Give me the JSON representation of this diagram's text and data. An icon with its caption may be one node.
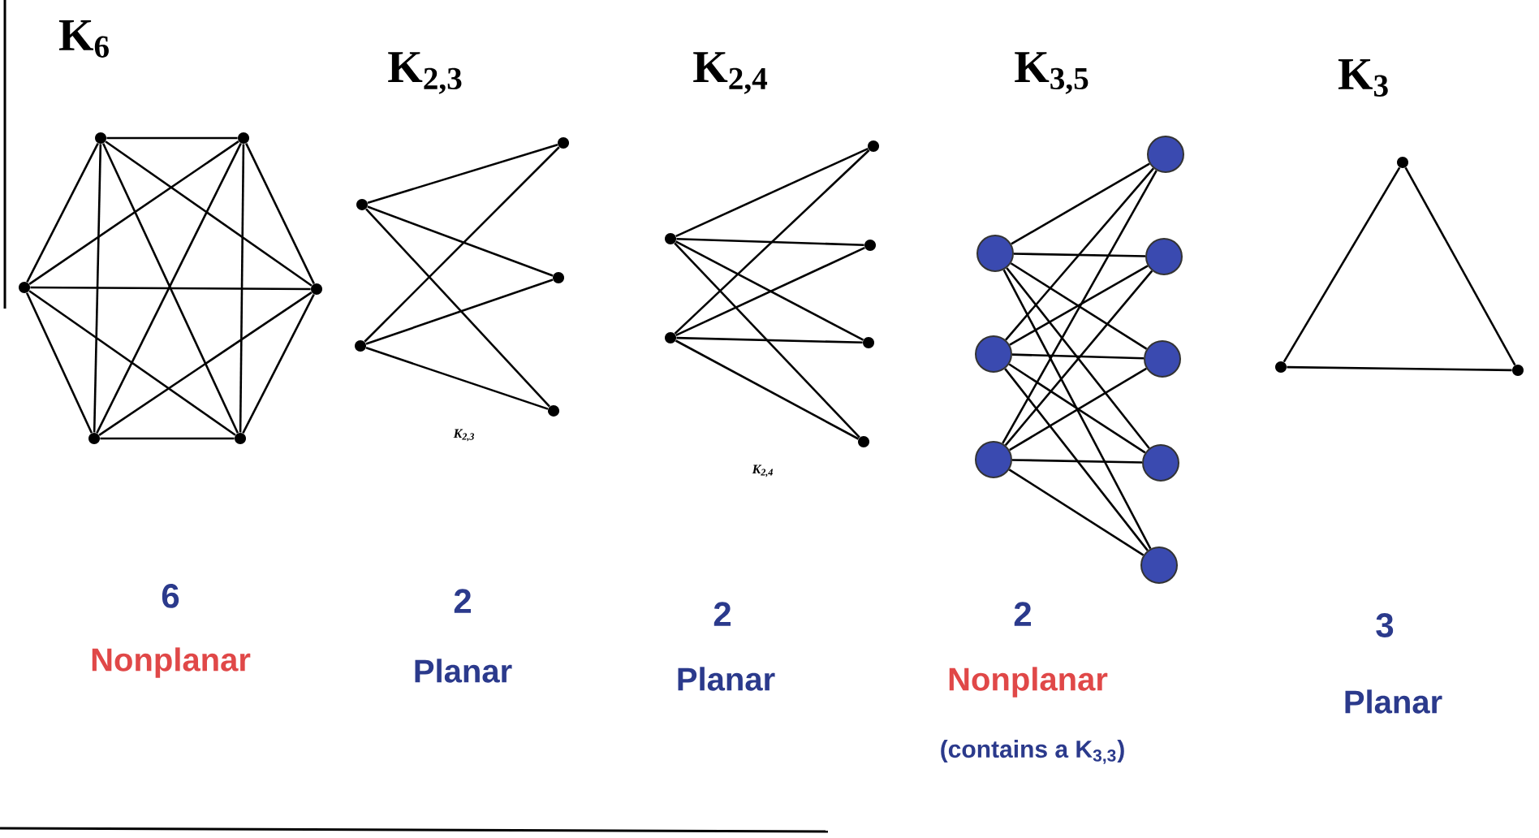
{
  "diagram": {
    "nodes": [
      {
        "text": [],
        "shape": "circle"
      },
      {
        "text": [],
        "shape": "circle"
      },
      {
        "text": [],
        "shape": "circle"
      },
      {
        "text": [],
        "shape": "circle"
      },
      {
        "text": [],
        "shape": "circle"
      },
      {
        "text": [],
        "shape": "circle"
      },
      {
        "text": [],
        "shape": "circle"
      },
      {
        "text": [],
        "shape": "circle"
      },
      {
        "text": [],
        "shape": "circle"
      },
      {
        "text": [],
        "shape": "circle"
      },
      {
        "text": [],
        "shape": "circle"
      },
      {
        "text": [],
        "shape": "circle"
      },
      {
        "text": [],
        "shape": "circle"
      },
      {
        "text": [],
        "shape": "circle"
      },
      {
        "text": [],
        "shape": "circle"
      },
      {
        "text": [],
        "shape": "circle"
      },
      {
        "text": [],
        "shape": "circle"
      },
      {
        "text": [],
        "shape": "circle"
      },
      {
        "text": [],
        "shape": "circle"
      },
      {
        "text": [],
        "shape": "circle"
      },
      {
        "text": [],
        "shape": "circle"
      },
      {
        "text": [],
        "shape": "circle"
      },
      {
        "text": [],
        "shape": "circle"
      },
      {
        "text": [],
        "shape": "circle"
      },
      {
        "text": [],
        "shape": "circle"
      },
      {
        "text": [],
        "shape": "circle"
      },
      {
        "text": [],
        "shape": "circle"
      },
      {
        "text": [],
        "shape": "circle"
      }
    ],
    "edges": [
      {
        "from": 0,
        "to": 1,
        "arrow": "none"
      },
      {
        "from": 0,
        "to": 2,
        "arrow": "none"
      },
      {
        "from": 0,
        "to": 3,
        "arrow": "none"
      },
      {
        "from": 0,
        "to": 4,
        "arrow": "none"
      },
      {
        "from": 0,
        "to": 5,
        "arrow": "none"
      },
      {
        "from": 1,
        "to": 2,
        "arrow": "none"
      },
      {
        "from": 1,
        "to": 3,
        "arrow": "none"
      },
      {
        "from": 1,
        "to": 4,
        "arrow": "none"
      },
      {
        "from": 1,
        "to": 5,
        "arrow": "none"
      },
      {
        "from": 2,
        "to": 3,
        "arrow": "none"
      },
      {
        "from": 2,
        "to": 4,
        "arrow": "none"
      },
      {
        "from": 2,
        "to": 5,
        "arrow": "none"
      },
      {
        "from": 3,
        "to": 4,
        "arrow": "none"
      },
      {
        "from": 3,
        "to": 5,
        "arrow": "none"
      },
      {
        "from": 4,
        "to": 5,
        "arrow": "none"
      },
      {
        "from": 6,
        "to": 8,
        "arrow": "none"
      },
      {
        "from": 6,
        "to": 9,
        "arrow": "none"
      },
      {
        "from": 6,
        "to": 10,
        "arrow": "none"
      },
      {
        "from": 7,
        "to": 8,
        "arrow": "none"
      },
      {
        "from": 7,
        "to": 9,
        "arrow": "none"
      },
      {
        "from": 7,
        "to": 10,
        "arrow": "none"
      },
      {
        "from": 11,
        "to": 13,
        "arrow": "none"
      },
      {
        "from": 11,
        "to": 14,
        "arrow": "none"
      },
      {
        "from": 11,
        "to": 15,
        "arrow": "none"
      },
      {
        "from": 11,
        "to": 16,
        "arrow": "none"
      },
      {
        "from": 12,
        "to": 13,
        "arrow": "none"
      },
      {
        "from": 12,
        "to": 14,
        "arrow": "none"
      },
      {
        "from": 12,
        "to": 15,
        "arrow": "none"
      },
      {
        "from": 12,
        "to": 16,
        "arrow": "none"
      },
      {
        "from": 17,
        "to": 20,
        "arrow": "none"
      },
      {
        "from": 17,
        "to": 21,
        "arrow": "none"
      },
      {
        "from": 17,
        "to": 22,
        "arrow": "none"
      },
      {
        "from": 17,
        "to": 23,
        "arrow": "none"
      },
      {
        "from": 17,
        "to": 24,
        "arrow": "none"
      },
      {
        "from": 18,
        "to": 20,
        "arrow": "none"
      },
      {
        "from": 18,
        "to": 21,
        "arrow": "none"
      },
      {
        "from": 18,
        "to": 22,
        "arrow": "none"
      },
      {
        "from": 18,
        "to": 23,
        "arrow": "none"
      },
      {
        "from": 18,
        "to": 24,
        "arrow": "none"
      },
      {
        "from": 19,
        "to": 20,
        "arrow": "none"
      },
      {
        "from": 19,
        "to": 21,
        "arrow": "none"
      },
      {
        "from": 19,
        "to": 22,
        "arrow": "none"
      },
      {
        "from": 19,
        "to": 23,
        "arrow": "none"
      },
      {
        "from": 19,
        "to": 24,
        "arrow": "none"
      },
      {
        "from": 25,
        "to": 26,
        "arrow": "none"
      },
      {
        "from": 25,
        "to": 27,
        "arrow": "none"
      },
      {
        "from": 26,
        "to": 27,
        "arrow": "none"
      }
    ],
    "labels": [
      "K$_{6}$",
      "K$_{2,3}$",
      "K$_{2,4}$",
      "K$_{3,5}$",
      "K$_{3}$",
      "K$_{2,3}$",
      "K$_{2,4}$",
      "6",
      "Nonplanar",
      "2",
      "Planar",
      "2",
      "Planar",
      "2",
      "Nonplanar",
      "(contains a K$_{3,3}$)",
      "3",
      "Planar"
    ]
  }
}
